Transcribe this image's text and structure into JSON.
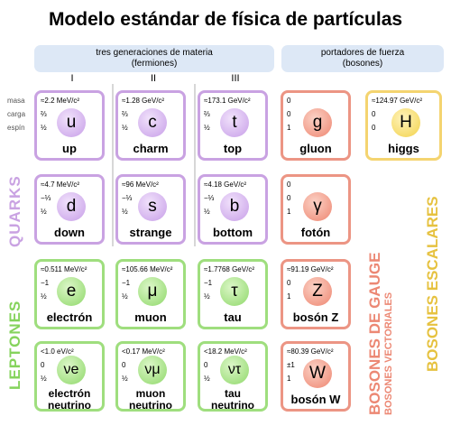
{
  "title": "Modelo estándar de física de partículas",
  "headers": {
    "fermions": "tres generaciones de materia\n(fermiones)",
    "bosons": "portadores de fuerza\n(bosones)"
  },
  "generations": [
    "I",
    "II",
    "III"
  ],
  "row_labels": [
    "masa",
    "carga",
    "espín"
  ],
  "group_labels": {
    "quarks": "QUARKS",
    "leptons": "LEPTONES",
    "gauge": "BOSONES DE GAUGE",
    "gauge_sub": "BOSONES VECTORIALES",
    "scalar": "BOSONES ESCALARES"
  },
  "colors": {
    "quark": "#c9a2e2",
    "lepton": "#9fde7e",
    "gauge": "#ec9584",
    "scalar": "#f4d470",
    "header": "#dde8f6"
  },
  "particles": {
    "up": {
      "mass": "≈2.2 MeV/c²",
      "charge": "⅔",
      "spin": "½",
      "symbol": "u",
      "name": "up"
    },
    "charm": {
      "mass": "≈1.28 GeV/c²",
      "charge": "⅔",
      "spin": "½",
      "symbol": "c",
      "name": "charm"
    },
    "top": {
      "mass": "≈173.1 GeV/c²",
      "charge": "⅔",
      "spin": "½",
      "symbol": "t",
      "name": "top"
    },
    "gluon": {
      "mass": "0",
      "charge": "0",
      "spin": "1",
      "symbol": "g",
      "name": "gluon"
    },
    "higgs": {
      "mass": "≈124.97 GeV/c²",
      "charge": "0",
      "spin": "0",
      "symbol": "H",
      "name": "higgs"
    },
    "down": {
      "mass": "≈4.7 MeV/c²",
      "charge": "−⅓",
      "spin": "½",
      "symbol": "d",
      "name": "down"
    },
    "strange": {
      "mass": "≈96 MeV/c²",
      "charge": "−⅓",
      "spin": "½",
      "symbol": "s",
      "name": "strange"
    },
    "bottom": {
      "mass": "≈4.18 GeV/c²",
      "charge": "−⅓",
      "spin": "½",
      "symbol": "b",
      "name": "bottom"
    },
    "photon": {
      "mass": "0",
      "charge": "0",
      "spin": "1",
      "symbol": "γ",
      "name": "fotón"
    },
    "electron": {
      "mass": "≈0.511 MeV/c²",
      "charge": "−1",
      "spin": "½",
      "symbol": "e",
      "name": "electrón"
    },
    "muon": {
      "mass": "≈105.66 MeV/c²",
      "charge": "−1",
      "spin": "½",
      "symbol": "μ",
      "name": "muon"
    },
    "tau": {
      "mass": "≈1.7768 GeV/c²",
      "charge": "−1",
      "spin": "½",
      "symbol": "τ",
      "name": "tau"
    },
    "z": {
      "mass": "≈91.19 GeV/c²",
      "charge": "0",
      "spin": "1",
      "symbol": "Z",
      "name": "bosón Z"
    },
    "nu_e": {
      "mass": "<1.0 eV/c²",
      "charge": "0",
      "spin": "½",
      "symbol": "νe",
      "name": "electrón\nneutrino"
    },
    "nu_mu": {
      "mass": "<0.17 MeV/c²",
      "charge": "0",
      "spin": "½",
      "symbol": "νμ",
      "name": "muon\nneutrino"
    },
    "nu_tau": {
      "mass": "<18.2 MeV/c²",
      "charge": "0",
      "spin": "½",
      "symbol": "ντ",
      "name": "tau\nneutrino"
    },
    "w": {
      "mass": "≈80.39 GeV/c²",
      "charge": "±1",
      "spin": "1",
      "symbol": "W",
      "name": "bosón W"
    }
  }
}
